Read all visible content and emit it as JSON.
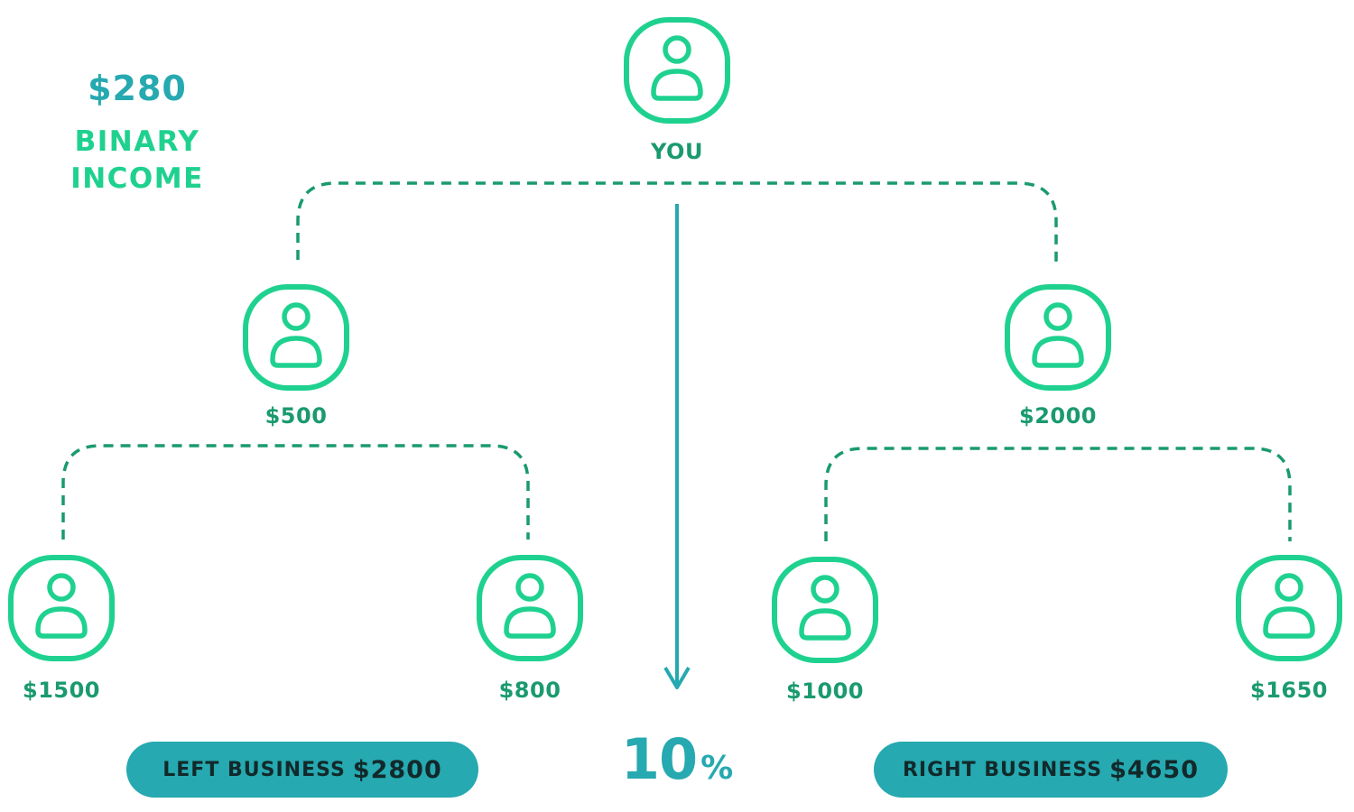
{
  "income": {
    "amount": "$280",
    "label_line1": "BINARY",
    "label_line2": "INCOME"
  },
  "tree": {
    "root": {
      "label": "YOU",
      "icon": "user-icon"
    },
    "left": {
      "label": "$500",
      "icon": "user-icon"
    },
    "right": {
      "label": "$2000",
      "icon": "user-icon"
    },
    "left_left": {
      "label": "$1500",
      "icon": "user-icon"
    },
    "left_right": {
      "label": "$800",
      "icon": "user-icon"
    },
    "right_left": {
      "label": "$1000",
      "icon": "user-icon"
    },
    "right_right": {
      "label": "$1650",
      "icon": "user-icon"
    }
  },
  "summary": {
    "left_business_label": "LEFT BUSINESS",
    "left_business_amount": "$2800",
    "right_business_label": "RIGHT BUSINESS",
    "right_business_amount": "$4650",
    "percent_value": "10",
    "percent_symbol": "%"
  },
  "colors": {
    "node_stroke": "#1fd18f",
    "connector": "#1a9a6e",
    "accent": "#26a9b0",
    "label": "#1a9a6e"
  }
}
